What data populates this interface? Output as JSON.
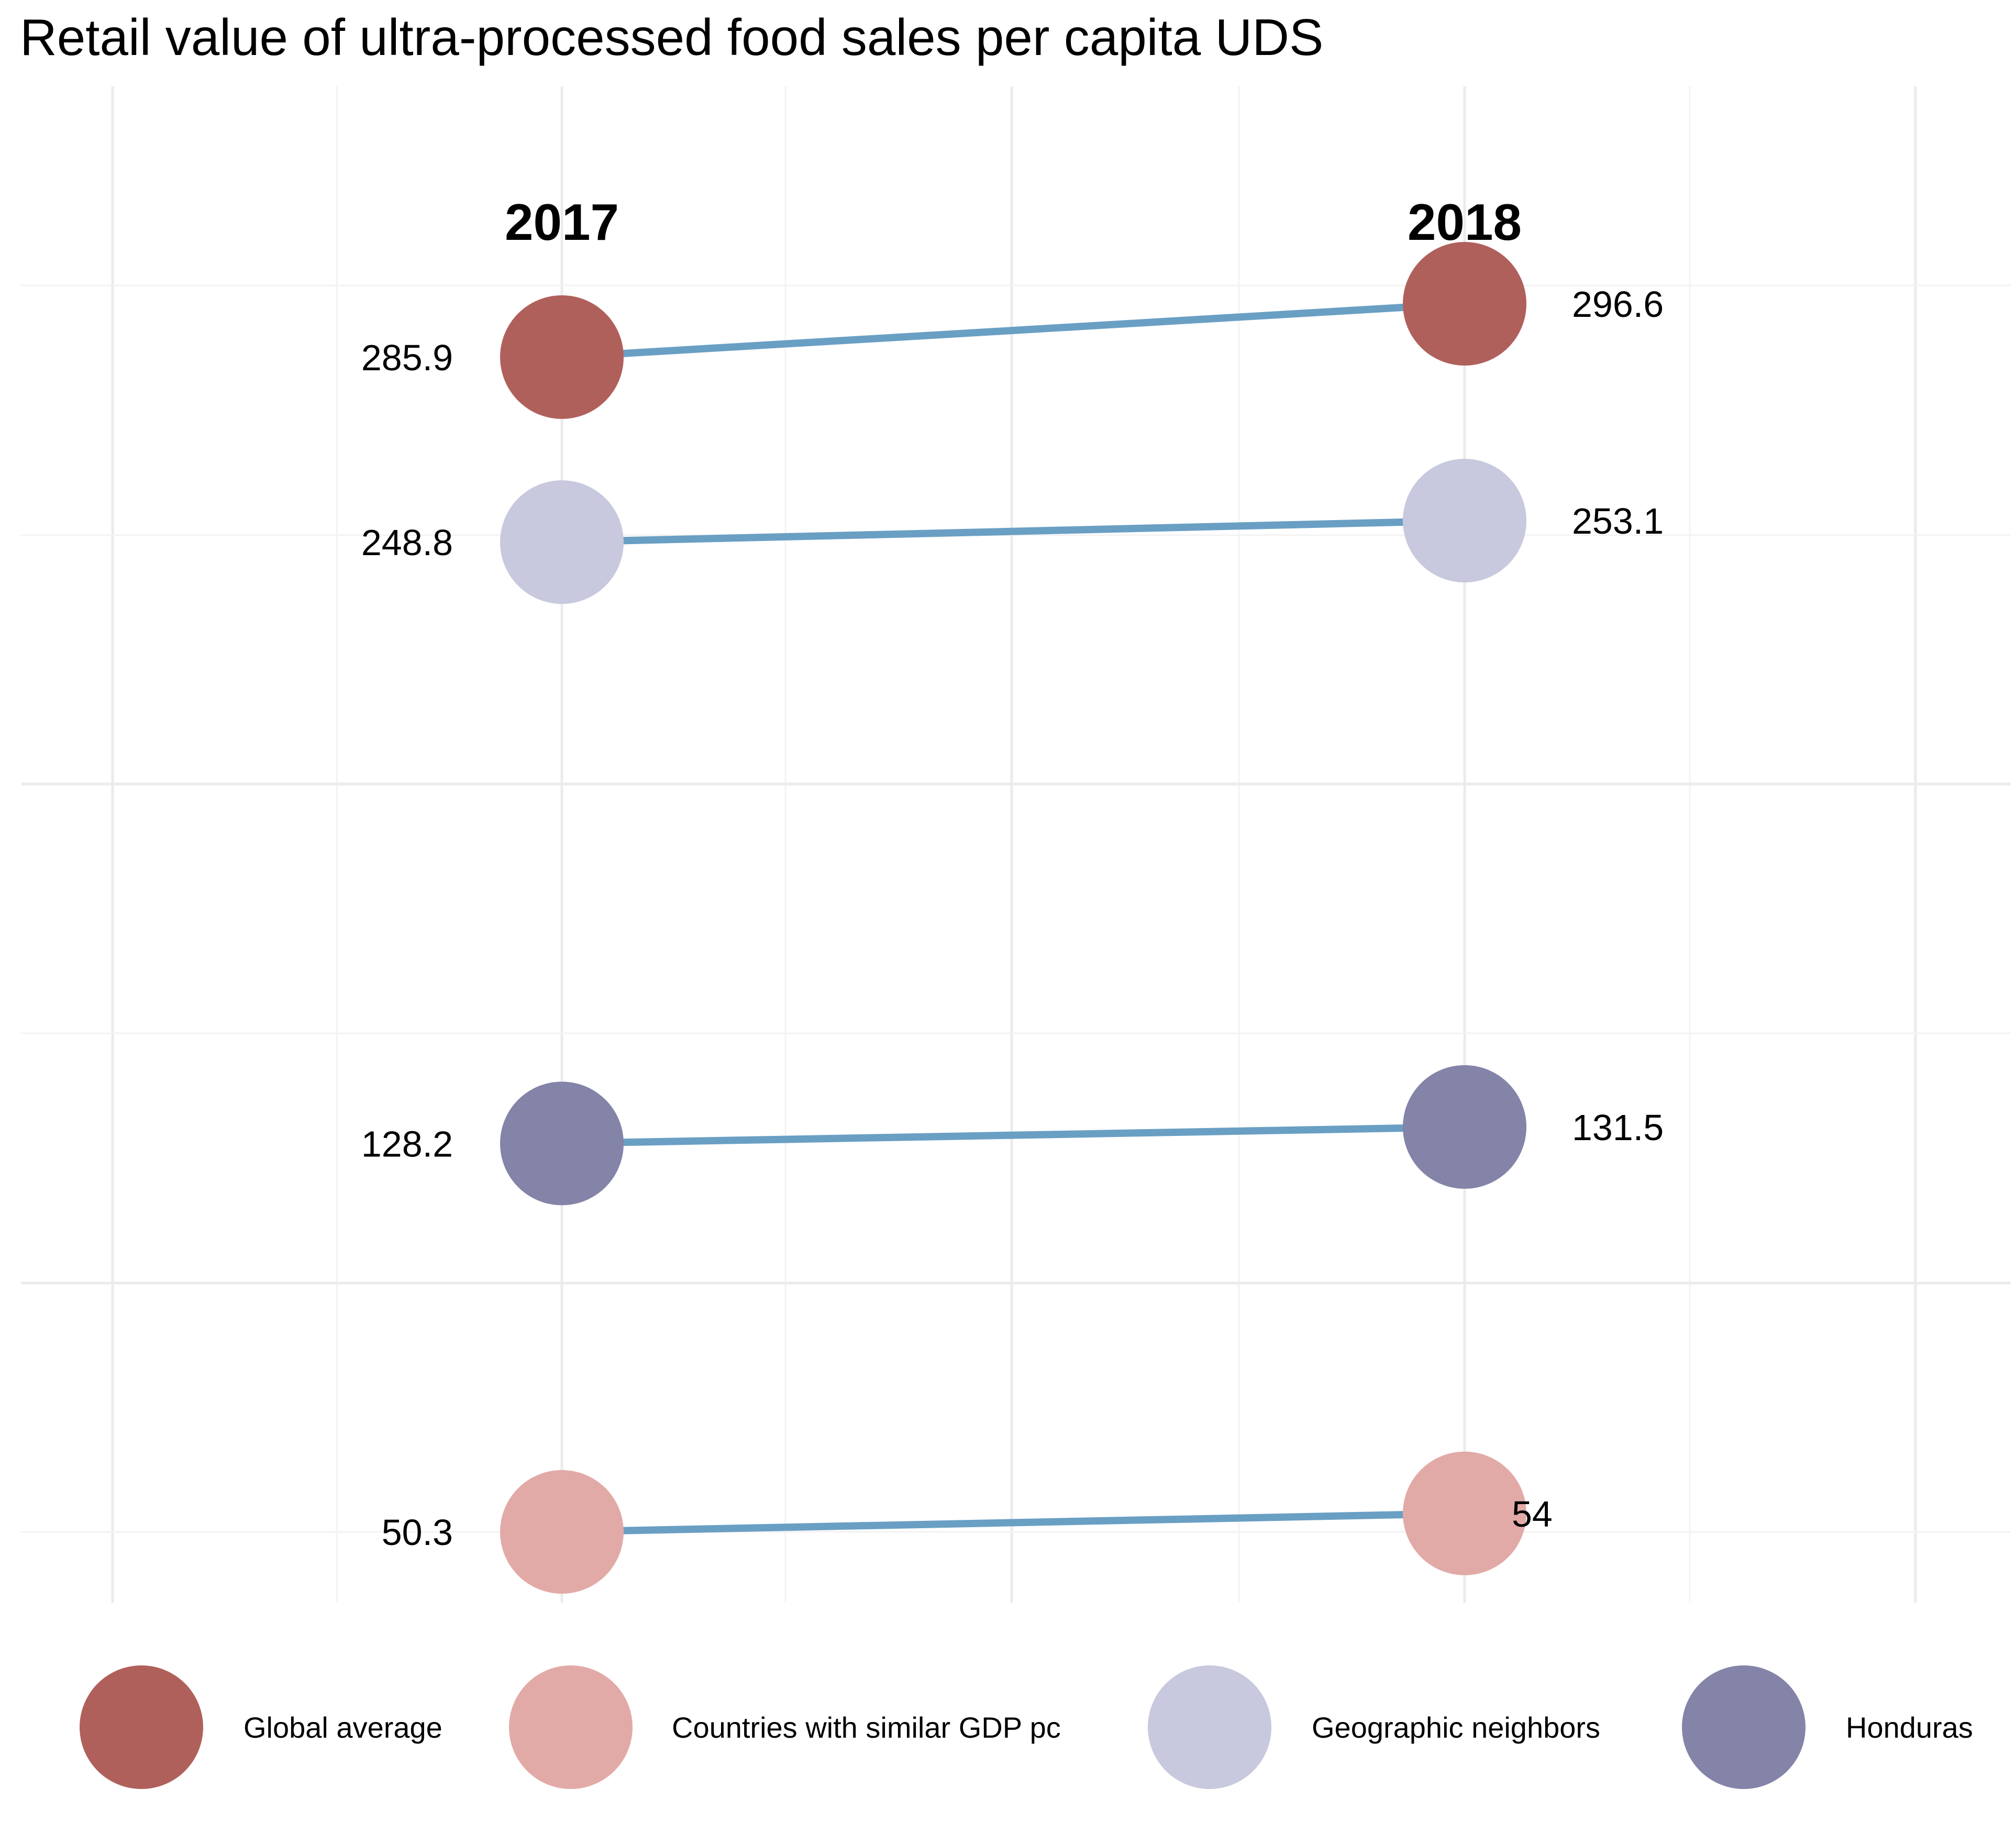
{
  "chart_data": {
    "type": "line",
    "title": "Retail value of ultra-processed food sales per capita UDS",
    "x": [
      "2017",
      "2018"
    ],
    "series": [
      {
        "name": "Global average",
        "color": "#b0605b",
        "values": [
          285.9,
          296.6
        ],
        "labels": [
          "285.9",
          "296.6"
        ]
      },
      {
        "name": "Countries with similar GDP pc",
        "color": "#e2aaa7",
        "values": [
          50.3,
          54
        ],
        "labels": [
          "50.3",
          "54"
        ]
      },
      {
        "name": "Geographic neighbors",
        "color": "#c8c8de",
        "values": [
          248.8,
          253.1
        ],
        "labels": [
          "248.8",
          "253.1"
        ]
      },
      {
        "name": "Honduras",
        "color": "#8483a8",
        "values": [
          128.2,
          131.5
        ],
        "labels": [
          "128.2",
          "131.5"
        ]
      }
    ],
    "line_color": "#6a9fc4",
    "ylim": [
      40,
      340
    ],
    "grid": true,
    "legend": "bottom",
    "xlabel": "",
    "ylabel": ""
  }
}
